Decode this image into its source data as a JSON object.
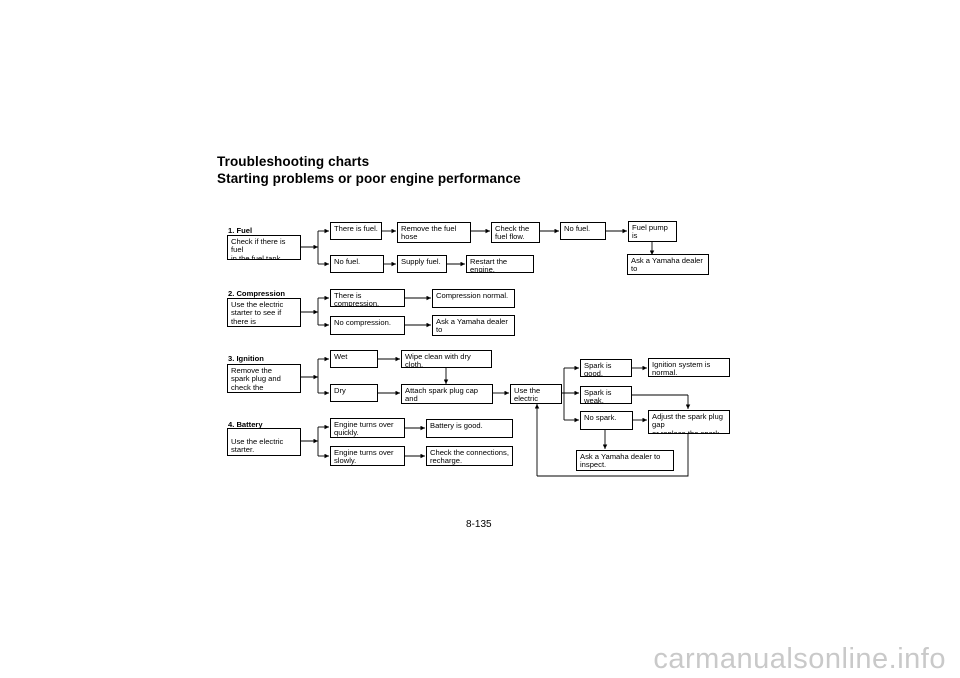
{
  "header": {
    "title": "Troubleshooting charts",
    "subtitle": "Starting problems or poor engine performance"
  },
  "fuel": {
    "heading": "1. Fuel",
    "check": "Check if there is fuel\nin the fuel tank.",
    "there_is_fuel": "There is fuel.",
    "remove_hose": "Remove the fuel hose\nfrom the fuel pump.",
    "check_flow": "Check the\nfuel flow.",
    "no_fuel_result": "No fuel.",
    "pump_clogged": "Fuel pump is\nclogged.",
    "ask_dealer": "Ask a Yamaha dealer to\ninspect.",
    "no_fuel": "No fuel.",
    "supply_fuel": "Supply fuel.",
    "restart": "Restart the engine."
  },
  "compression": {
    "heading": "2. Compression",
    "check": "Use the electric\nstarter to see if\nthere is compression.",
    "there_is": "There is compression.",
    "normal": "Compression normal.",
    "none": "No compression.",
    "ask_dealer": "Ask a Yamaha dealer to\ninspect."
  },
  "ignition": {
    "heading": "3. Ignition",
    "check": "Remove the\nspark plug and\ncheck the electrodes.",
    "wet": "Wet",
    "wipe": "Wipe clean with dry cloth.",
    "dry": "Dry",
    "attach": "Attach spark plug cap and\nground to chassis.",
    "use_starter": "Use the\nelectric starter.",
    "spark_good": "Spark is good.",
    "system_normal": "Ignition system is\nnormal.",
    "spark_weak": "Spark is weak.",
    "no_spark": "No spark.",
    "adjust_gap": "Adjust the spark plug gap\nor replace the spark plug.",
    "ask_dealer": "Ask a Yamaha dealer to\ninspect."
  },
  "battery": {
    "heading": "4. Battery",
    "check": "Use the electric starter.",
    "turns_quickly": "Engine turns over\nquickly.",
    "good": "Battery is good.",
    "turns_slowly": "Engine turns over\nslowly.",
    "recharge": "Check the connections,\nrecharge."
  },
  "footer": {
    "page_number": "8-135",
    "watermark": "carmanualsonline.info"
  }
}
